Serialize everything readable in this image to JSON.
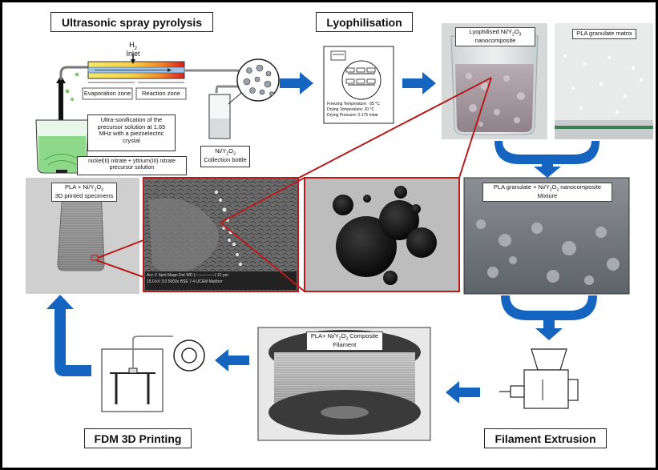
{
  "titles": {
    "usp": "Ultrasonic spray pyrolysis",
    "lyo": "Lyophilisation",
    "fdm": "FDM 3D Printing",
    "extrusion": "Filament Extrusion"
  },
  "usp": {
    "h2": "H",
    "h2_sub": "2",
    "inlet": "Inlet",
    "evaporation_zone": "Evaporation zone",
    "reaction_zone": "Reaction zone",
    "ultrasonification": "Ultra-sonification of the precursor solution at 1.65 MHz with a piezoelectric crystal",
    "precursor": "nickel(II) nitrate + yttrium(III) nitrate precursor solution",
    "collection_pre": "Ni/Y",
    "collection_sub1": "2",
    "collection_mid": "O",
    "collection_sub2": "3",
    "collection_post": "Collection bottle"
  },
  "lyo": {
    "freezing": "Freezing Temperature: -35 °C",
    "drying": "Drying Temperature: 20 °C",
    "pressure": "Drying Pressure: 0.175 mbar"
  },
  "photos": {
    "lyophilised_a": "Lyophilised Ni/Y",
    "lyophilised_s1": "2",
    "lyophilised_b": "O",
    "lyophilised_s2": "3",
    "lyophilised_c": "nanocomposite",
    "pla_matrix": "PLA granulate matrix",
    "mixture_a": "PLA granulate + Ni/Y",
    "mixture_s1": "2",
    "mixture_b": "O",
    "mixture_s2": "3",
    "mixture_c": " nanocomposite",
    "mixture_d": "Mixture",
    "printed_a": "PLA + Ni/Y",
    "printed_s1": "2",
    "printed_b": "O",
    "printed_s2": "3",
    "printed_c": "3D printed specimens",
    "filament_a": "PLA+ Ni/Y",
    "filament_s1": "2",
    "filament_b": "O",
    "filament_s2": "3",
    "filament_c": " Composite",
    "filament_d": "Filament",
    "sem_info": "Acc.V  Spot Magn   Det  WD  |—————| 10 µm",
    "sem_info2": "15.0 kV 3.0   5000x   BSE 7.4   UCEM Maribor"
  },
  "colors": {
    "arrow_blue": "#1565c0",
    "zoom_red": "#b71c1c"
  }
}
